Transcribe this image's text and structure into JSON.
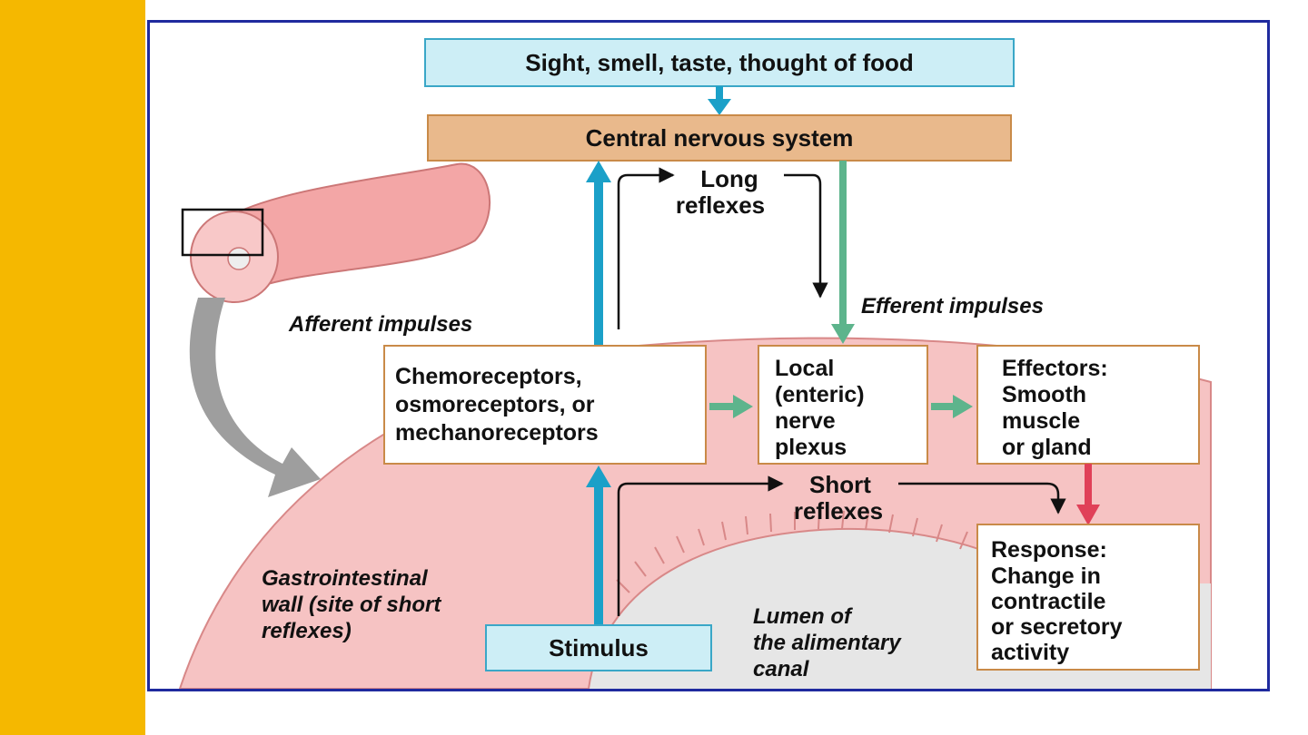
{
  "slide": {
    "accent_color": "#f5b800",
    "frame_color": "#1f2a9e"
  },
  "diagram": {
    "top_box": "Sight, smell, taste, thought of food",
    "cns_box": "Central nervous system",
    "long_reflexes": [
      "Long",
      "reflexes"
    ],
    "afferent_label": "Afferent impulses",
    "efferent_label": "Efferent impulses",
    "receptors_box": [
      "Chemoreceptors,",
      "osmoreceptors, or",
      "mechanoreceptors"
    ],
    "plexus_box": [
      "Local",
      "(enteric)",
      "nerve",
      "plexus"
    ],
    "effectors_box": {
      "title": "Effectors:",
      "lines": [
        "Smooth",
        "muscle",
        "or gland"
      ]
    },
    "short_reflexes": [
      "Short",
      "reflexes"
    ],
    "response_box": {
      "title": "Response:",
      "lines": [
        "Change in",
        "contractile",
        "or secretory",
        "activity"
      ]
    },
    "gi_wall_label": [
      "Gastrointestinal",
      "wall (site of short",
      "reflexes)"
    ],
    "lumen_label": [
      "Lumen of",
      "the alimentary",
      "canal"
    ],
    "stimulus_box": "Stimulus",
    "colors": {
      "afferent_arrow": "#1ba0c8",
      "efferent_arrow": "#5db48c",
      "response_arrow": "#e04058",
      "tissue": "#f6c3c3",
      "box_blue_fill": "#cdeef6",
      "box_tan_fill": "#e9b98c"
    }
  }
}
